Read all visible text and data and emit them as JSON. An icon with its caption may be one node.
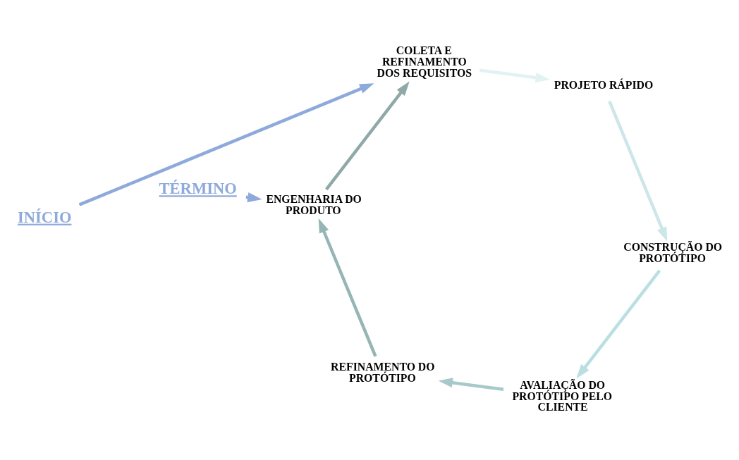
{
  "diagram": {
    "nodes": [
      {
        "text": [
          "INÍCIO"
        ]
      },
      {
        "text": [
          "COLETA E REFINAMENTO DOS REQUISITOS"
        ]
      },
      {
        "text": [
          "PROJETO RÁPIDO"
        ]
      },
      {
        "text": [
          "CONSTRUÇÃO DO PROTÓTIPO"
        ]
      },
      {
        "text": [
          "AVALIAÇÃO DO PROTÓTIPO PELO CLIENTE"
        ]
      },
      {
        "text": [
          "REFINAMENTO DO PROTÓTIPO"
        ]
      },
      {
        "text": [
          "TÉRMINO"
        ]
      },
      {
        "text": [
          "ENGENHARIA DO PRODUTO"
        ]
      }
    ],
    "edges": [
      {
        "from": 0,
        "to": 1,
        "arrow": "to",
        "color": "#8eaadb"
      },
      {
        "from": 1,
        "to": 2,
        "arrow": "to",
        "color": "#e2f2f2"
      },
      {
        "from": 2,
        "to": 3,
        "arrow": "to",
        "color": "#cde6e8"
      },
      {
        "from": 3,
        "to": 4,
        "arrow": "to",
        "color": "#b9dfe3"
      },
      {
        "from": 4,
        "to": 5,
        "arrow": "to",
        "color": "#a8c9cc"
      },
      {
        "from": 5,
        "to": 7,
        "arrow": "to",
        "color": "#96b5b5"
      },
      {
        "from": 6,
        "to": 7,
        "arrow": "to",
        "color": "#8eaadb"
      },
      {
        "from": 7,
        "to": 1,
        "arrow": "to",
        "color": "#8fa9a9"
      }
    ]
  }
}
